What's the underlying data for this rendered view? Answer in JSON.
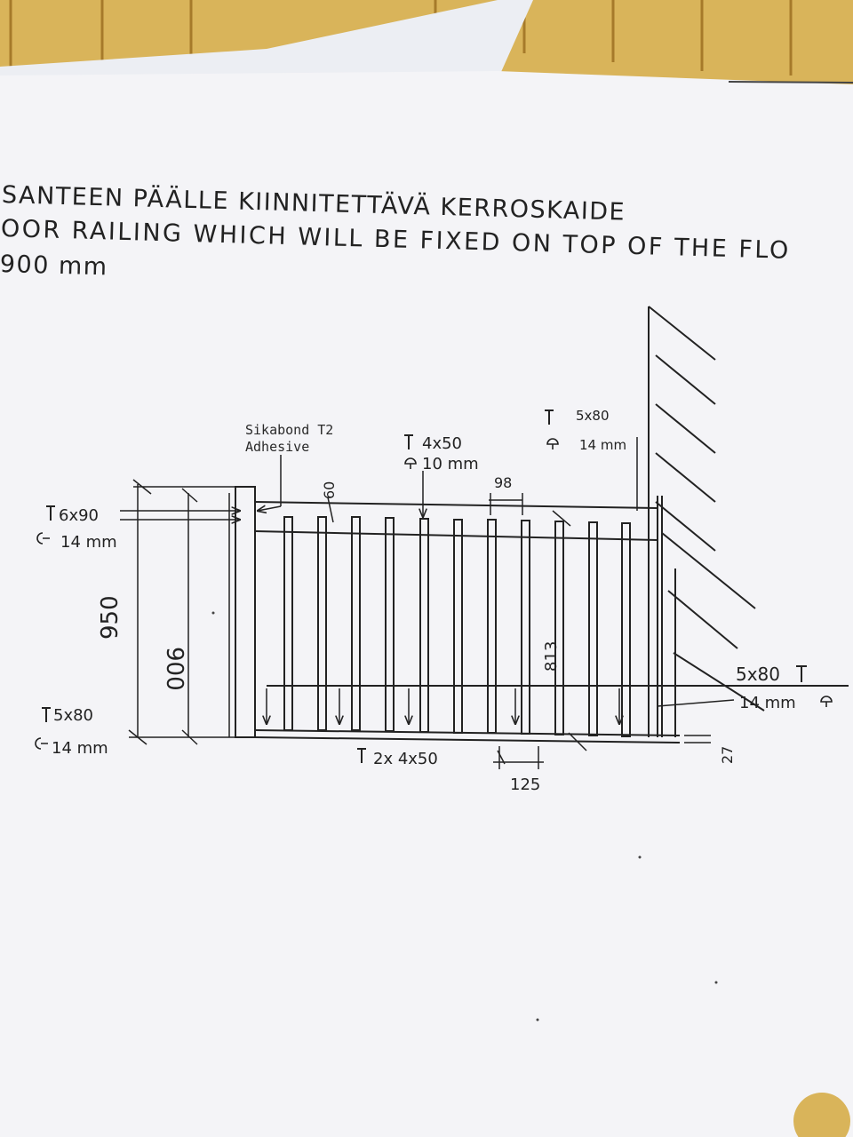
{
  "colors": {
    "wood": "#d9b45a",
    "paper": "#f4f4f7",
    "ink": "#222222"
  },
  "header": {
    "line1": "SANTEEN PÄÄLLE KIINNITETTÄVÄ KERROSKAIDE",
    "line2": "OOR RAILING WHICH WILL BE FIXED ON TOP OF THE FLO",
    "line3": "900 mm"
  },
  "labels": {
    "adhesive_1": "Sikabond T2",
    "adhesive_2": "Adhesive",
    "screw_top_mid": "4x50",
    "head_top_mid": "10 mm",
    "screw_top_right": "5x80",
    "head_top_right": "14 mm",
    "screw_left": "6x90",
    "head_left": "14 mm",
    "screw_bottom_left": "5x80",
    "head_bottom_left": "14 mm",
    "screw_bottom_mid": "2x 4x50",
    "screw_right": "5x80",
    "head_right": "14 mm"
  },
  "dimensions": {
    "h950": "950",
    "h900": "900",
    "gap60": "60",
    "spacing98": "98",
    "h813": "813",
    "w125": "125",
    "t27": "27"
  },
  "icons": [
    "screw-icon",
    "screw-head-icon"
  ]
}
